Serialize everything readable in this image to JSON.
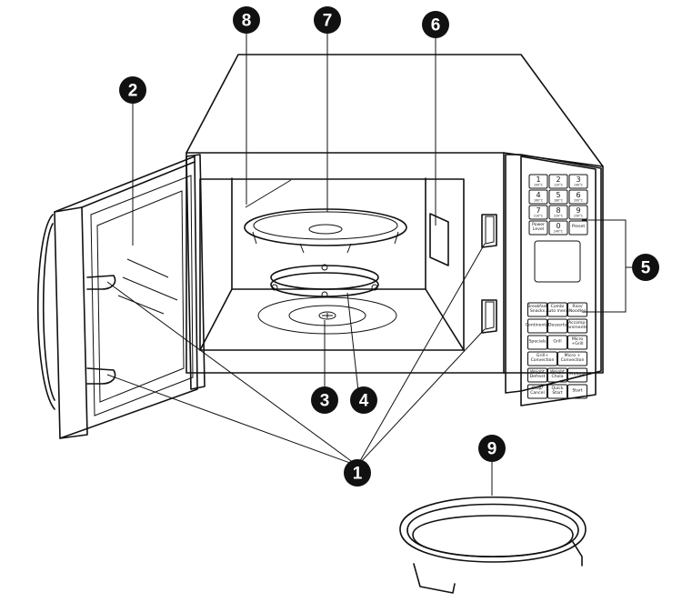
{
  "callouts": [
    {
      "id": "c1",
      "label": "1"
    },
    {
      "id": "c2",
      "label": "2"
    },
    {
      "id": "c3",
      "label": "3"
    },
    {
      "id": "c4",
      "label": "4"
    },
    {
      "id": "c5",
      "label": "5"
    },
    {
      "id": "c6",
      "label": "6"
    },
    {
      "id": "c7",
      "label": "7"
    },
    {
      "id": "c8",
      "label": "8"
    },
    {
      "id": "c9",
      "label": "9"
    }
  ],
  "keypad": {
    "numeric": [
      {
        "num": "1",
        "sub": "100°C"
      },
      {
        "num": "2",
        "sub": "120°C"
      },
      {
        "num": "3",
        "sub": "140°C"
      },
      {
        "num": "4",
        "sub": "160°C"
      },
      {
        "num": "5",
        "sub": "180°C"
      },
      {
        "num": "6",
        "sub": "200°C"
      },
      {
        "num": "7",
        "sub": "210°C"
      },
      {
        "num": "8",
        "sub": "220°C"
      },
      {
        "num": "9",
        "sub": "230°C"
      },
      {
        "num": "Power Level",
        "sub": ""
      },
      {
        "num": "0",
        "sub": "240°C"
      },
      {
        "num": "Preset",
        "sub": ""
      }
    ],
    "function": [
      {
        "l1": "Breakfast",
        "l2": "Snacks"
      },
      {
        "l1": "Combi",
        "l2": "Auto menu"
      },
      {
        "l1": "Rice/",
        "l2": "Noodles"
      },
      {
        "l1": "Continental",
        "l2": ""
      },
      {
        "l1": "Desserts",
        "l2": ""
      },
      {
        "l1": "Accomp-",
        "l2": "animents"
      },
      {
        "l1": "Specials",
        "l2": ""
      },
      {
        "l1": "Grill",
        "l2": ""
      },
      {
        "l1": "Micro",
        "l2": "+Grill"
      },
      {
        "l1": "Grill+",
        "l2": "Convection"
      },
      {
        "l1": "Micro +",
        "l2": "Convection"
      },
      {
        "l1": "Weight",
        "l2": "Defrost"
      },
      {
        "l1": "Weight",
        "l2": "Chola"
      },
      {
        "l1": "Preheat",
        "l2": ""
      },
      {
        "l1": "Stop/",
        "l2": "Cancel"
      },
      {
        "l1": "Quick",
        "l2": "Start"
      },
      {
        "l1": "Start",
        "l2": ""
      }
    ]
  }
}
